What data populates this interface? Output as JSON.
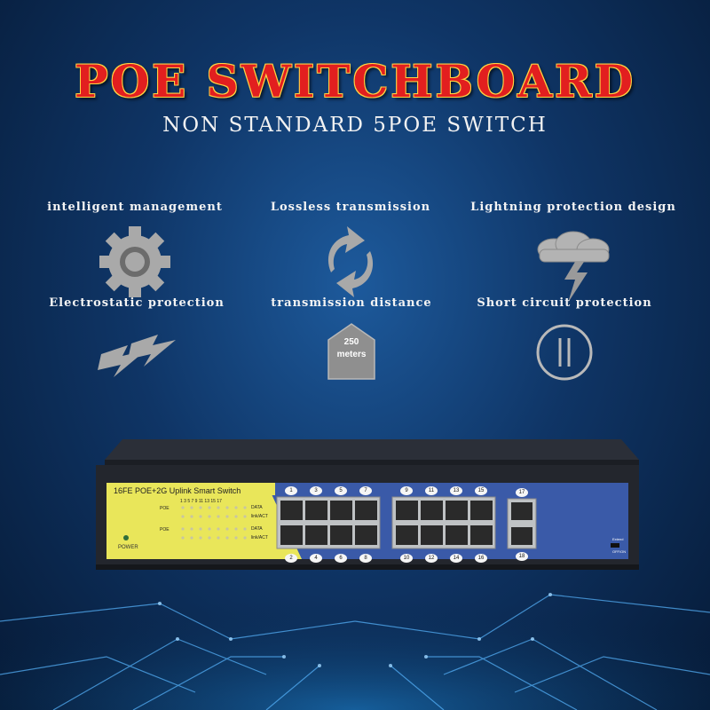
{
  "header": {
    "title": "POE SWITCHBOARD",
    "subtitle": "NON STANDARD 5POE SWITCH"
  },
  "features": [
    {
      "label": "intelligent management",
      "icon": "gear-icon"
    },
    {
      "label": "Lossless transmission",
      "icon": "refresh-arrows-icon"
    },
    {
      "label": "Lightning protection design",
      "icon": "storm-cloud-icon"
    },
    {
      "label": "Electrostatic protection",
      "icon": "lightning-bolt-icon"
    },
    {
      "label": "transmission distance",
      "icon": "distance-arrow-icon",
      "badge_value": "250",
      "badge_unit": "meters"
    },
    {
      "label": "Short circuit protection",
      "icon": "circuit-breaker-icon"
    }
  ],
  "device": {
    "model_label": "16FE POE+2G Uplink Smart Switch",
    "power_label": "POWER",
    "led_rows": [
      "DATA",
      "link/ACT",
      "DATA",
      "link/ACT"
    ],
    "led_prefix": "POE",
    "led_numbers": "1  3  5  7  9  11 13 15 17",
    "port_numbers_top": [
      "1",
      "3",
      "5",
      "7",
      "9",
      "11",
      "13",
      "15",
      "17"
    ],
    "port_numbers_bottom": [
      "2",
      "4",
      "6",
      "8",
      "10",
      "12",
      "14",
      "16",
      "18"
    ],
    "side_labels": [
      "Extend",
      "OFF/ON"
    ]
  },
  "colors": {
    "title_red": "#e21f1f",
    "title_outline": "#ffd23f",
    "panel_yellow": "#e9e65a",
    "panel_blue": "#3a5aa8"
  }
}
